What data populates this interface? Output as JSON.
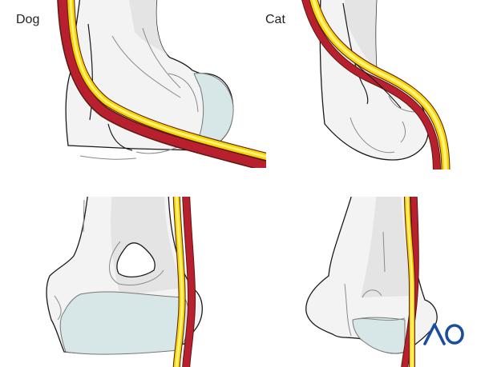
{
  "panels": {
    "dog_label": "Dog",
    "cat_label": "Cat"
  },
  "logo": {
    "text": "AO",
    "color": "#1a4da0"
  },
  "colors": {
    "artery": "#b8202f",
    "nerve": "#f5d400",
    "cartilage": "#d7e7e7",
    "bone": "#f3f3f3"
  }
}
